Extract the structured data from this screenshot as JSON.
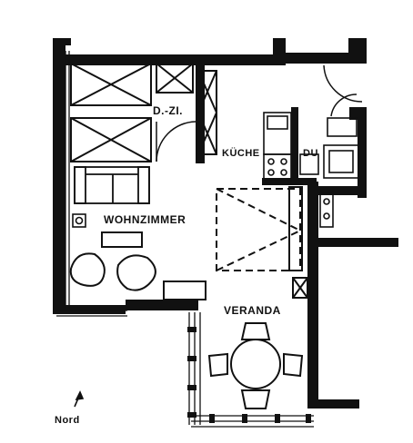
{
  "labels": {
    "d_zi": "D.-ZI.",
    "kueche": "KÜCHE",
    "du": "DU",
    "wohnzimmer": "WOHNZIMMER",
    "veranda": "VERANDA",
    "nord": "Nord"
  },
  "colors": {
    "ink": "#111111",
    "paper": "#ffffff"
  },
  "icons": {
    "north": "north-arrow-icon"
  }
}
